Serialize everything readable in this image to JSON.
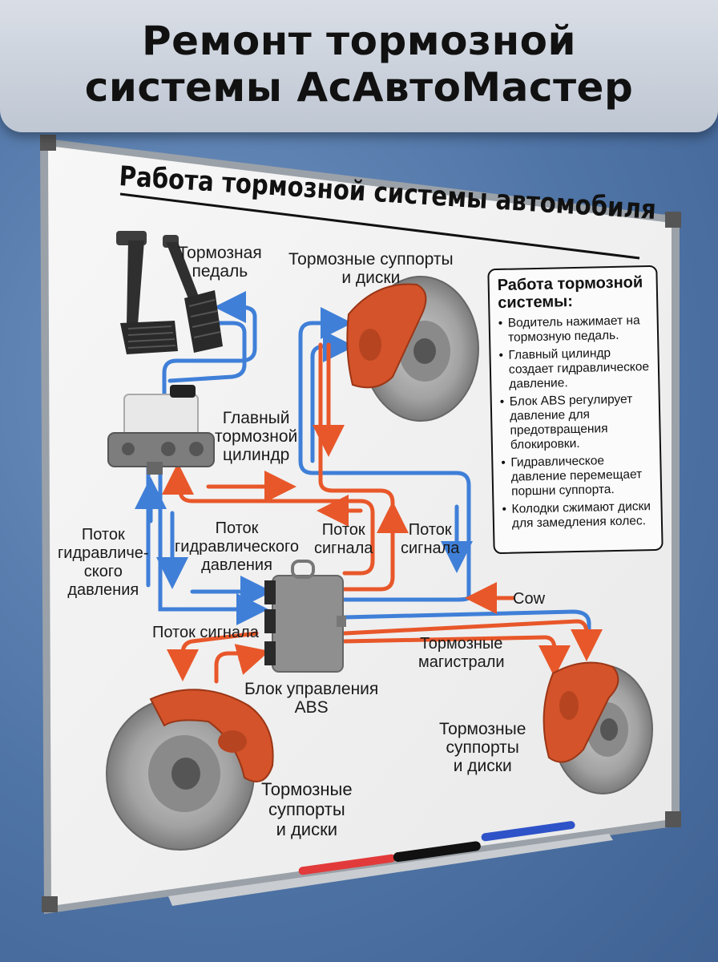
{
  "banner": {
    "title_line1": "Ремонт тормозной",
    "title_line2": "системы АсАвтоМастер"
  },
  "board": {
    "heading": "Работа тормозной системы автомобиля"
  },
  "labels": {
    "pedal": [
      "Тормозная",
      "педаль"
    ],
    "calipers_top": [
      "Тормозные суппорты",
      "и диски"
    ],
    "master_cylinder": [
      "Главный",
      "тормозной",
      "цилиндр"
    ],
    "hydraulic_flow_left": [
      "Поток",
      "гидравличе-",
      "ского",
      "давления"
    ],
    "hydraulic_flow_center": [
      "Поток",
      "гидравлического",
      "давления"
    ],
    "signal_flow_1": [
      "Поток",
      "сигнала"
    ],
    "signal_flow_2": [
      "Поток",
      "сигнала"
    ],
    "signal_flow_bottom": "Поток сигнала",
    "cow": "Cow",
    "brake_lines": [
      "Тормозные",
      "магистрали"
    ],
    "abs_unit": [
      "Блок управления",
      "ABS"
    ],
    "calipers_right": [
      "Тормозные",
      "суппорты",
      "и диски"
    ],
    "calipers_bottom_left": [
      "Тормозные",
      "суппорты",
      "и диски"
    ]
  },
  "info_box": {
    "title": "Работа тормозной системы:",
    "items": [
      "Водитель нажимает на тормозную педаль.",
      "Главный цилиндр создает гидравлическое давление.",
      "Блок ABS регулирует давление для предотвращения блокировки.",
      "Гидравлическое давление перемещает поршни суппорта.",
      "Колодки сжимают диски для замедления колес."
    ]
  },
  "colors": {
    "hydraulic_line": "#3f7fd8",
    "signal_line": "#e8572a",
    "caliper": "#d4532a",
    "disc": "#9a9a9a",
    "wall": "#4f74a6"
  }
}
